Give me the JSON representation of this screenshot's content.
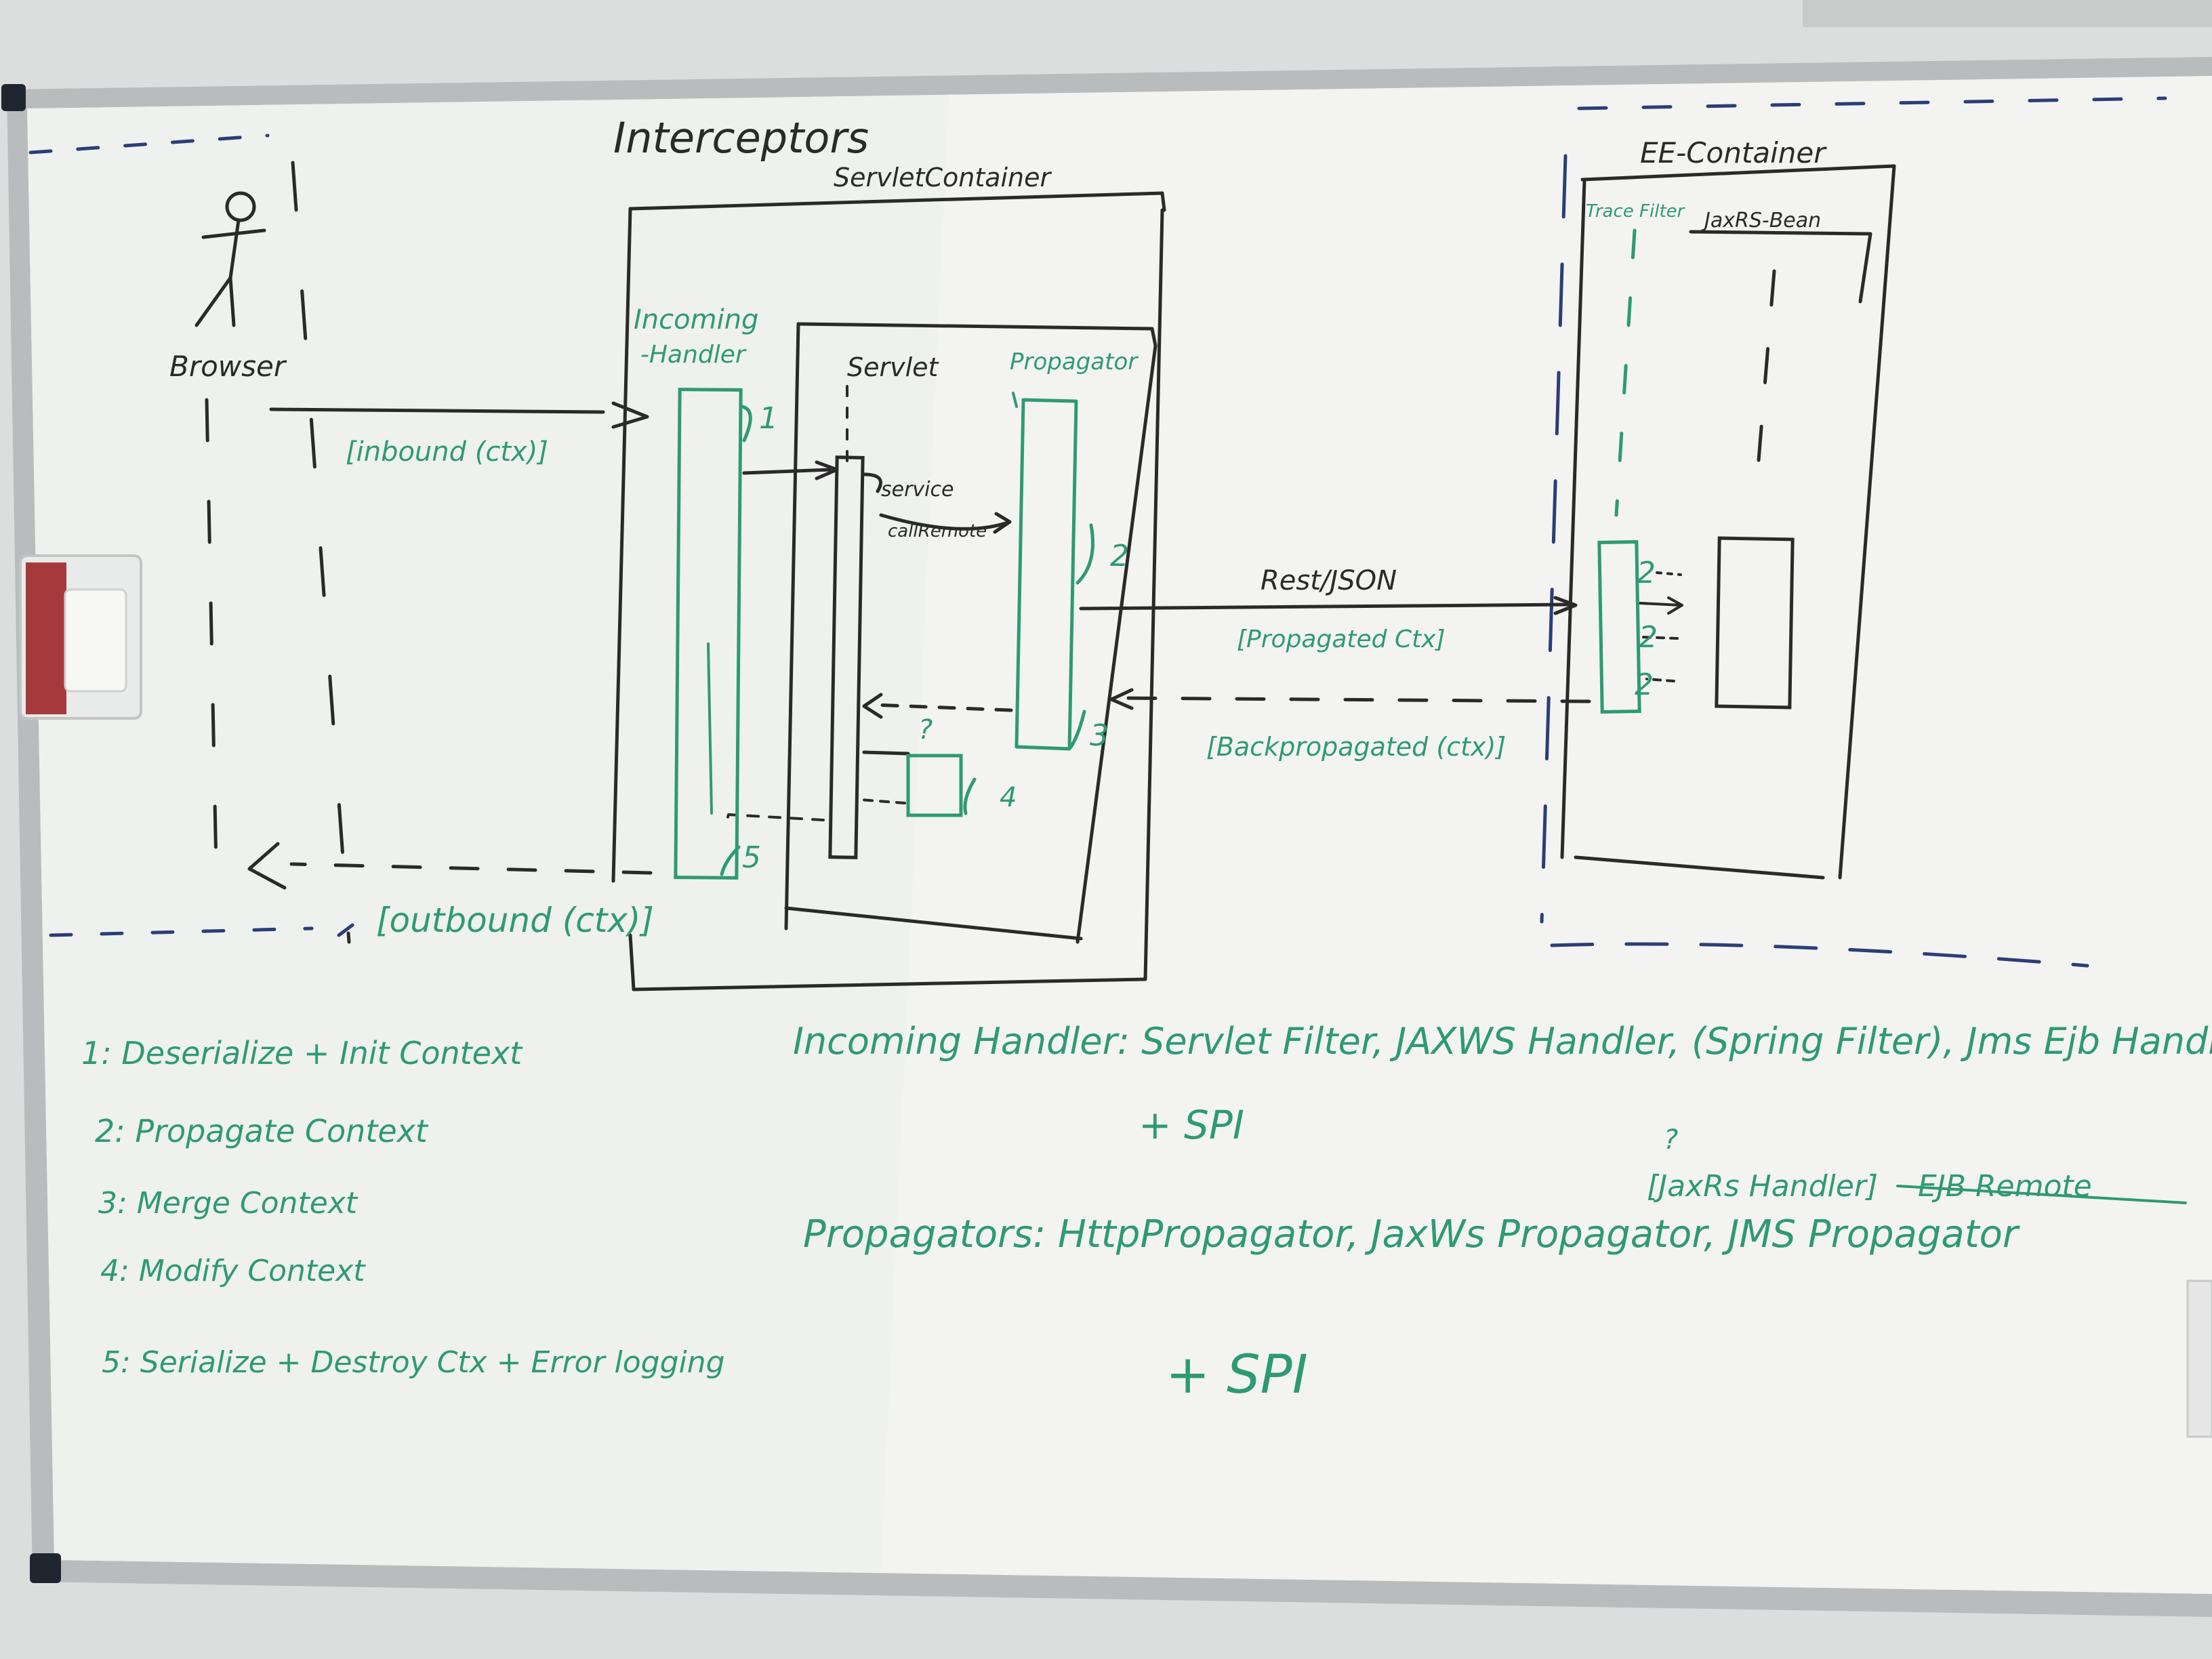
{
  "colors": {
    "marker_black": "#2a2a2a",
    "marker_green": "#2f9a72",
    "marker_navy": "#2c3d78",
    "board": "#f3f4f1",
    "frame": "#b9bcbd"
  },
  "diagram": {
    "title": "Interceptors",
    "left_zone": {
      "actor_label": "Browser",
      "actor_icon": "stick-figure-icon"
    },
    "servlet_container": {
      "label": "ServletContainer",
      "incoming_handler_label_line1": "Incoming",
      "incoming_handler_label_line2": "-Handler",
      "servlet_label": "Servlet",
      "propagator_label": "Propagator",
      "service_label": "service",
      "call_remote_label": "callRemote",
      "step_1": "1",
      "step_2": "2",
      "step_3": "3",
      "step_4": "4",
      "step_5": "5",
      "question_mark": "?"
    },
    "ee_container": {
      "label": "EE-Container",
      "trace_filter_label": "Trace Filter",
      "jaxrs_bean_label": "JaxRS-Bean",
      "step_2a": "2",
      "step_2b": "2",
      "step_2c": "2"
    },
    "messages": {
      "inbound": "[inbound (ctx)]",
      "outbound": "[outbound (ctx)]",
      "rest_json": "Rest/JSON",
      "propagated": "[Propagated Ctx]",
      "backpropagated": "[Backpropagated (ctx)]"
    }
  },
  "legend": {
    "items": [
      "1: Deserialize + Init Context",
      "2: Propagate Context",
      "3: Merge Context",
      "4: Modify Context",
      "5: Serialize + Destroy Ctx + Error logging"
    ]
  },
  "notes": {
    "incoming_handlers": "Incoming Handler: Servlet Filter, JAXWS Handler, (Spring Filter), Jms Ejb Handl",
    "incoming_spi": "+ SPI",
    "jaxrs_question": "?",
    "jaxrs_handler": "[JaxRs Handler]",
    "strikethrough_text": "EJB Remote",
    "propagators": "Propagators: HttpPropagator, JaxWs Propagator, JMS Propagator",
    "propagators_spi": "+ SPI"
  }
}
